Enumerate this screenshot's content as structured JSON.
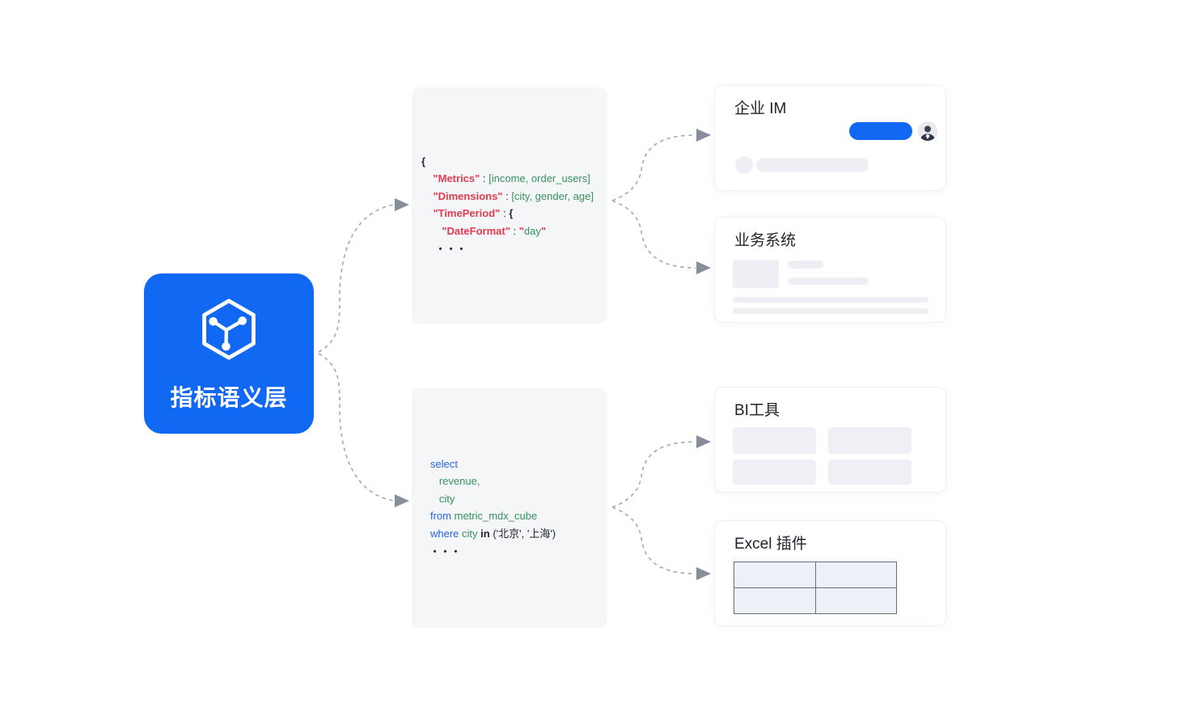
{
  "colors": {
    "brand_blue": "#1168f2",
    "code_key_red": "#e23b4e",
    "code_string_green": "#35935f",
    "code_keyword_blue": "#2364e8",
    "code_text_dark": "#23262e",
    "arrow_gray": "#878d9b",
    "skeleton_gray": "#edeff5"
  },
  "semantic_layer": {
    "label": "指标语义层",
    "icon": "cube-network-icon"
  },
  "json_request": {
    "lines": [
      {
        "segments": [
          {
            "t": "{",
            "c": "darkbold"
          }
        ]
      },
      {
        "segments": [
          {
            "t": "    ",
            "c": "dark"
          },
          {
            "t": "\"Metrics\"",
            "c": "red"
          },
          {
            "t": " : ",
            "c": "dark"
          },
          {
            "t": "[income, order_users]",
            "c": "green"
          }
        ]
      },
      {
        "segments": [
          {
            "t": "    ",
            "c": "dark"
          },
          {
            "t": "\"Dimensions\"",
            "c": "red"
          },
          {
            "t": " : ",
            "c": "dark"
          },
          {
            "t": "[city, gender, age]",
            "c": "green"
          }
        ]
      },
      {
        "segments": [
          {
            "t": "    ",
            "c": "dark"
          },
          {
            "t": "\"TimePeriod\"",
            "c": "red"
          },
          {
            "t": " : ",
            "c": "dark"
          },
          {
            "t": "{",
            "c": "darkbold"
          }
        ]
      },
      {
        "segments": [
          {
            "t": "       ",
            "c": "dark"
          },
          {
            "t": "\"DateFormat\"",
            "c": "red"
          },
          {
            "t": " : ",
            "c": "dark"
          },
          {
            "t": "\"",
            "c": "red"
          },
          {
            "t": "day",
            "c": "green"
          },
          {
            "t": "\"",
            "c": "red"
          }
        ]
      },
      {
        "segments": [
          {
            "t": "      ",
            "c": "dark"
          },
          {
            "t": "• • •",
            "c": "dots"
          }
        ]
      }
    ]
  },
  "sql_query": {
    "lines": [
      {
        "segments": [
          {
            "t": "select",
            "c": "blue"
          }
        ]
      },
      {
        "segments": [
          {
            "t": "   revenue,",
            "c": "green"
          }
        ]
      },
      {
        "segments": [
          {
            "t": "   city",
            "c": "green"
          }
        ]
      },
      {
        "segments": [
          {
            "t": "from",
            "c": "blue"
          },
          {
            "t": " metric_mdx_cube",
            "c": "green"
          }
        ]
      },
      {
        "segments": [
          {
            "t": "where",
            "c": "blue"
          },
          {
            "t": " city ",
            "c": "green"
          },
          {
            "t": "in",
            "c": "darkbold"
          },
          {
            "t": " ('北京', '上海')",
            "c": "dark"
          }
        ]
      },
      {
        "segments": [
          {
            "t": " ",
            "c": "dark"
          },
          {
            "t": "• • •",
            "c": "dots"
          }
        ]
      }
    ]
  },
  "cards": {
    "enterprise_im": {
      "title": "企业 IM"
    },
    "business_system": {
      "title": "业务系统"
    },
    "bi_tools": {
      "title": "BI工具"
    },
    "excel_plugin": {
      "title": "Excel 插件"
    }
  }
}
